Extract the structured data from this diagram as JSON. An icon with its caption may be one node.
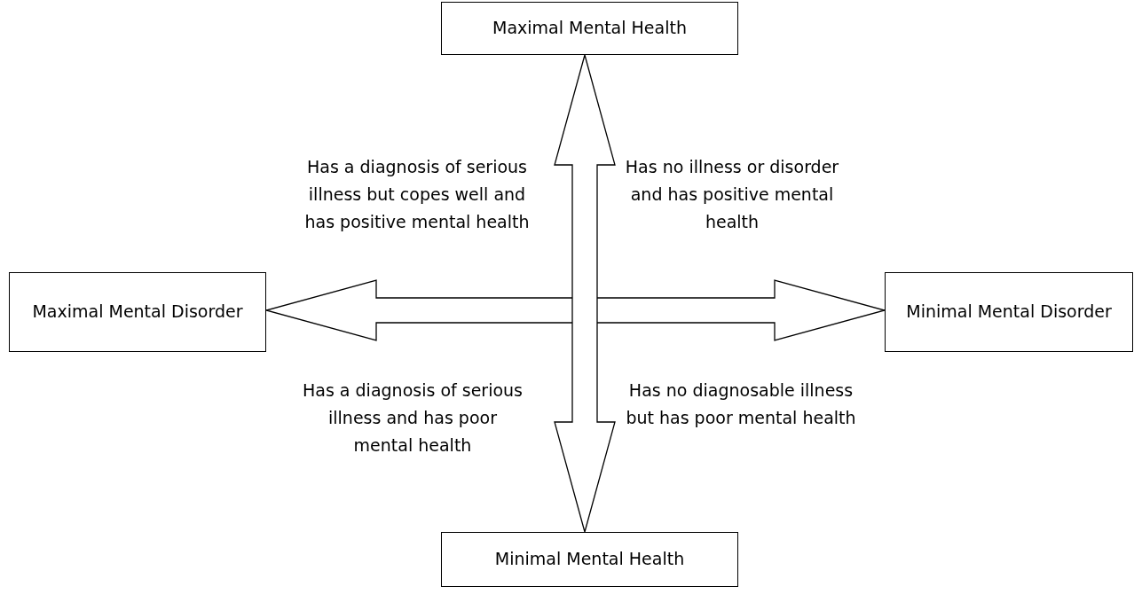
{
  "diagram": {
    "nodes": [
      {
        "text": [
          "Maximal Mental Health"
        ]
      },
      {
        "text": [
          "Maximal Mental Disorder"
        ]
      },
      {
        "text": [
          "Minimal Mental Disorder"
        ]
      },
      {
        "text": [
          "Minimal Mental Health"
        ]
      }
    ],
    "edges": [
      {
        "from": 3,
        "to": 0,
        "arrow": "both"
      },
      {
        "from": 1,
        "to": 2,
        "arrow": "both"
      }
    ],
    "labels": [
      "Has a diagnosis of serious illness but copes well and has positive mental health",
      "Has no illness or disorder and has positive mental health",
      "Has a diagnosis of serious illness  and has poor mental health",
      "Has no diagnosable illness but has poor mental health"
    ]
  }
}
